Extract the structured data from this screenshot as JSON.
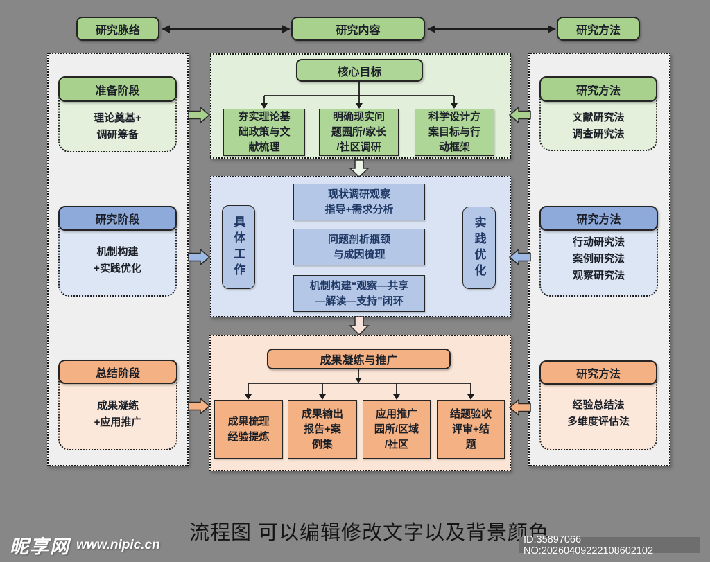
{
  "colors": {
    "background": "#878787",
    "side_panel_bg": "#efefef",
    "green_accent": "#a9d18e",
    "green_panel_bg": "#e2efda",
    "blue_accent": "#8eaadb",
    "blue_box": "#b4c7e7",
    "blue_panel_bg": "#dae3f3",
    "orange_accent": "#f4b183",
    "orange_panel_bg": "#fbe5d6",
    "arrow_pale_green": "#edf5e9",
    "arrow_pale_pink": "#f6e2d8",
    "arrow_blue_fill": "#9db9e4",
    "border_dark": "#252525",
    "blue_text": "#1f3864"
  },
  "top_nav": {
    "left": "研究脉络",
    "center": "研究内容",
    "right": "研究方法"
  },
  "left_column": {
    "sections": [
      {
        "header": "准备阶段",
        "body": "理论奠基+\n调研筹备"
      },
      {
        "header": "研究阶段",
        "body": "机制构建\n+实践优化"
      },
      {
        "header": "总结阶段",
        "body": "成果凝练\n+应用推广"
      }
    ]
  },
  "right_column": {
    "sections": [
      {
        "header": "研究方法",
        "body": "文献研究法\n调查研究法"
      },
      {
        "header": "研究方法",
        "body": "行动研究法\n案例研究法\n观察研究法"
      },
      {
        "header": "研究方法",
        "body": "经验总结法\n多维度评估法"
      }
    ]
  },
  "center": {
    "green_stage": {
      "title": "核心目标",
      "items": [
        "夯实理论基\n础政策与文\n献梳理",
        "明确现实问\n题园所/家长\n/社区调研",
        "科学设计方\n案目标与行\n动框架"
      ]
    },
    "blue_stage": {
      "left_label": "具体工作",
      "right_label": "实践优化",
      "items": [
        "现状调研观察\n指导+需求分析",
        "问题剖析瓶颈\n与成因梳理",
        "机制构建“观察—共享\n—解读—支持”闭环"
      ]
    },
    "orange_stage": {
      "title": "成果凝练与推广",
      "items": [
        "成果梳理\n经验提炼",
        "成果输出\n报告+案\n例集",
        "应用推广\n园所/区域\n/社区",
        "结题验收\n评审+结\n题"
      ]
    }
  },
  "caption": "流程图  可以编辑修改文字以及背景颜色",
  "footer": {
    "site_name": "昵享网",
    "site_url": "www.nipic.cn",
    "id_label": "ID:35897066 NO:20260409222108602102"
  }
}
